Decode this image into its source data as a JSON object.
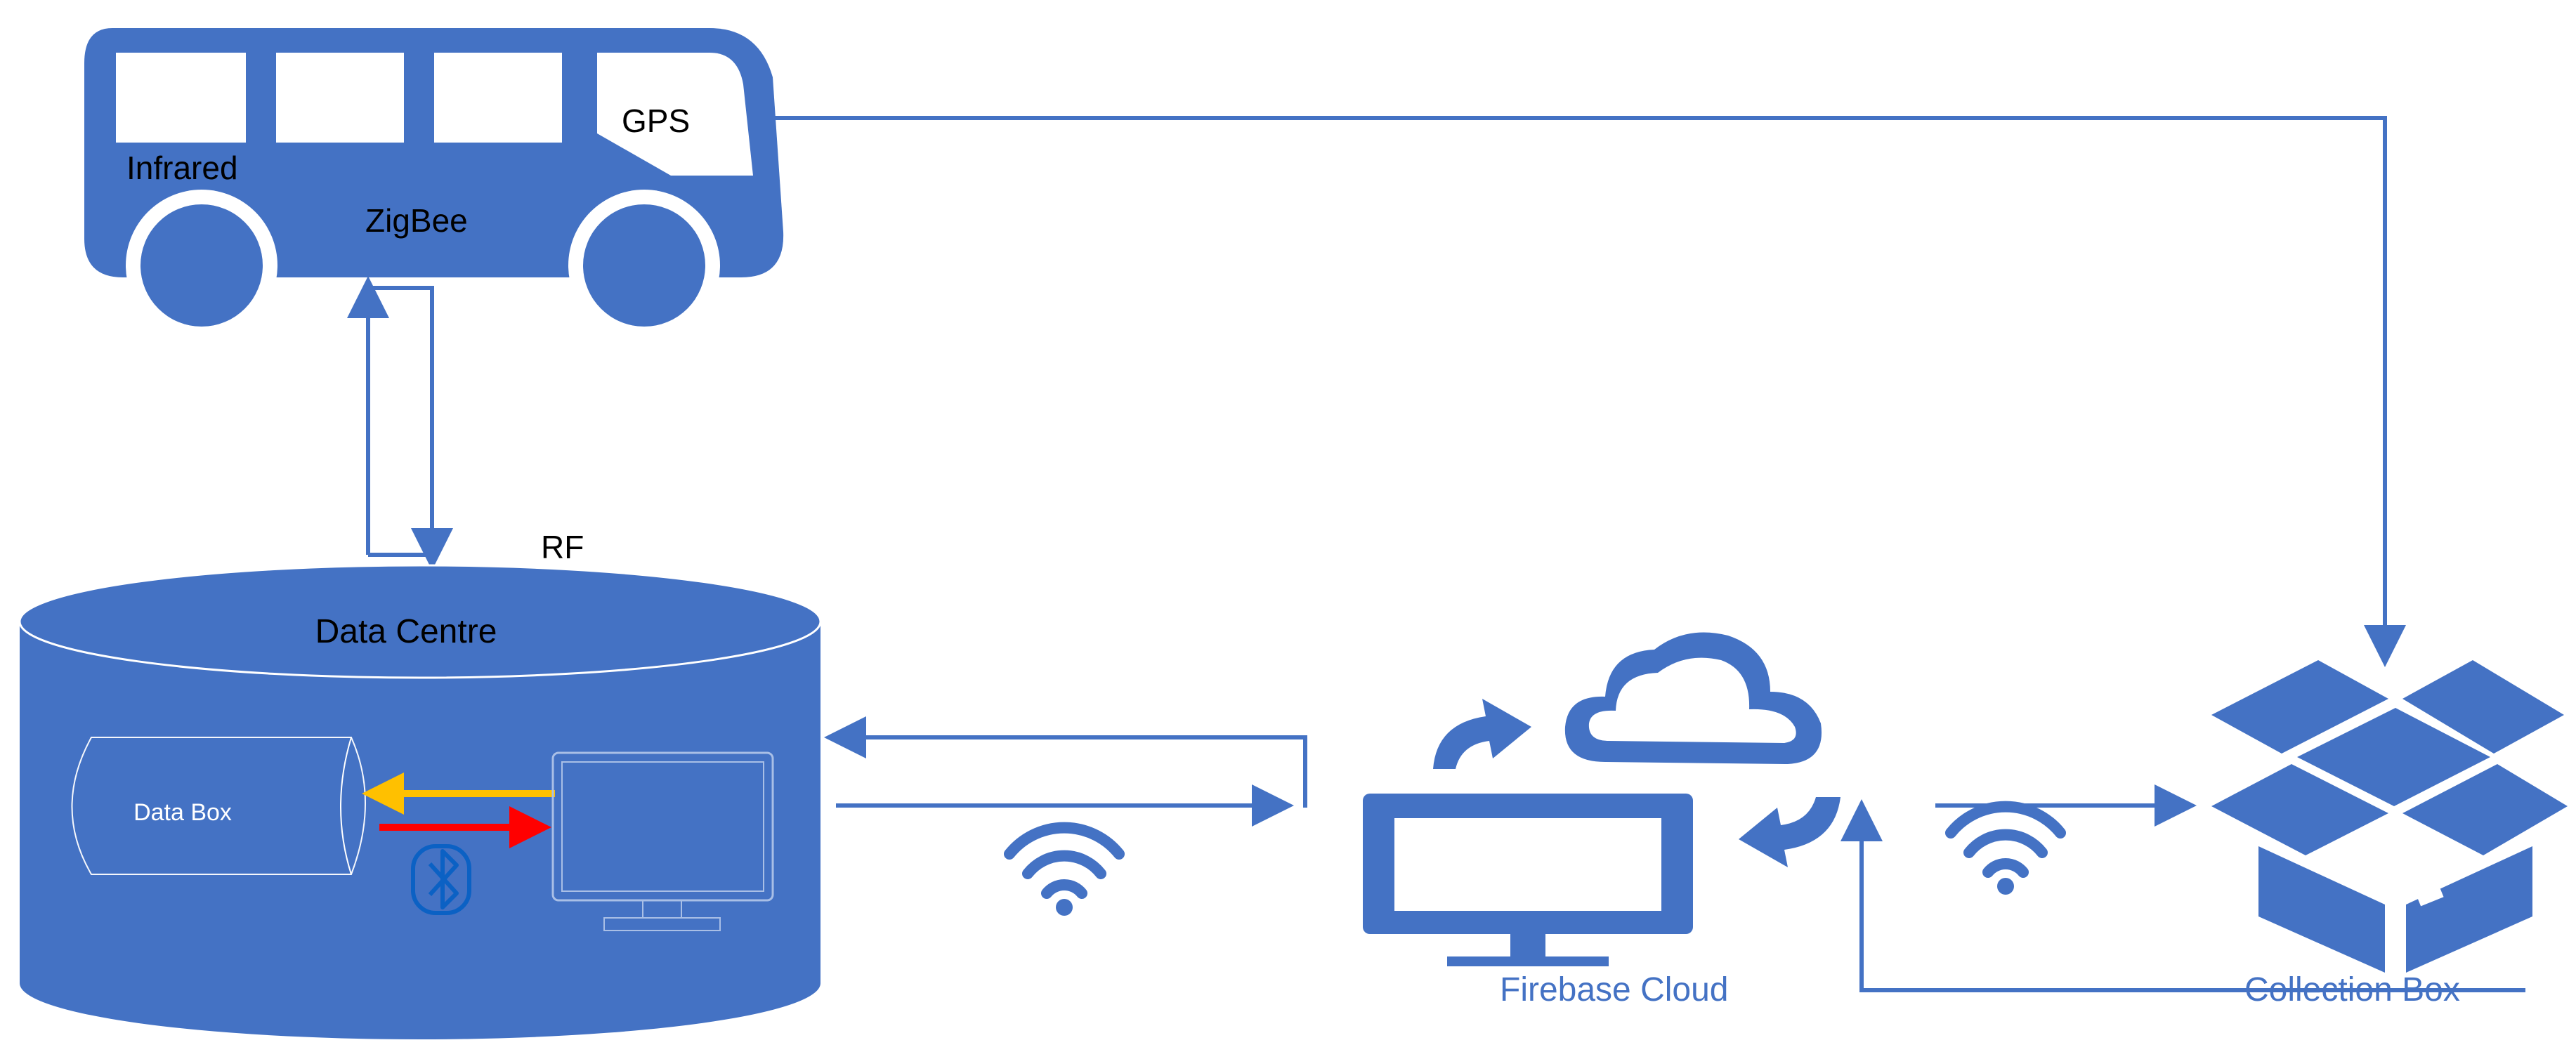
{
  "bus": {
    "labels": {
      "gps": "GPS",
      "infrared": "Infrared",
      "zigbee": "ZigBee"
    }
  },
  "link": {
    "rf_label": "RF"
  },
  "data_centre": {
    "title": "Data Centre",
    "data_box_label": "Data Box"
  },
  "firebase": {
    "label": "Firebase Cloud"
  },
  "collection": {
    "label": "Collection Box"
  },
  "colors": {
    "primary": "#4472C4",
    "yellow_arrow": "#FFC000",
    "red_arrow": "#FF0000",
    "bluetooth": "#0B61C4",
    "text_dark": "#000000",
    "text_light": "#ffffff"
  },
  "icons": [
    "bus-icon",
    "database-cylinder",
    "monitor-icon",
    "bluetooth-icon",
    "wifi-icon",
    "cloud-icon",
    "sync-arrows-icon",
    "open-box-icon"
  ]
}
